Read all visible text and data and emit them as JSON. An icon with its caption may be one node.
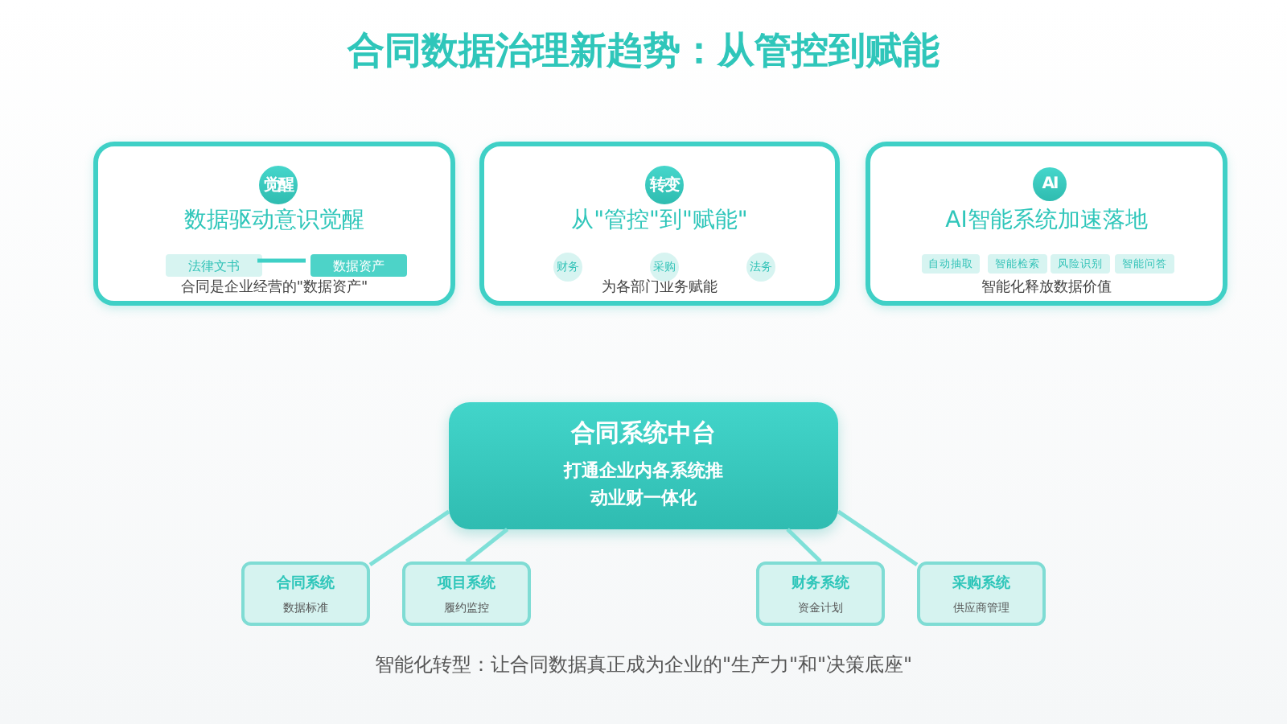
{
  "diagram": {
    "title": "合同数据治理新趋势：从管控到赋能",
    "nodes": [
      {
        "text": [
          "数据驱动意识觉醒",
          "合同是企业经营的\"数据资产\""
        ]
      },
      {
        "text": [
          "觉醒"
        ],
        "in": 0
      },
      {
        "text": [
          "法律文书"
        ],
        "in": 0
      },
      {
        "text": [
          "数据资产"
        ],
        "in": 0
      },
      {
        "text": [
          "从\"管控\"到\"赋能\"",
          "为各部门业务赋能"
        ]
      },
      {
        "text": [
          "转变"
        ],
        "in": 4
      },
      {
        "text": [
          "财务"
        ],
        "in": 4
      },
      {
        "text": [
          "采购"
        ],
        "in": 4
      },
      {
        "text": [
          "法务"
        ],
        "in": 4
      },
      {
        "text": [
          "AI智能系统加速落地",
          "智能化释放数据价值"
        ]
      },
      {
        "text": [
          "AI"
        ],
        "in": 9
      },
      {
        "text": [
          "自动抽取"
        ],
        "in": 9
      },
      {
        "text": [
          "智能检索"
        ],
        "in": 9
      },
      {
        "text": [
          "风险识别"
        ],
        "in": 9
      },
      {
        "text": [
          "智能问答"
        ],
        "in": 9
      },
      {
        "text": [
          "合同系统中台",
          "打通企业内各系统推动业财一体化"
        ]
      },
      {
        "text": [
          "合同系统",
          "数据标准"
        ]
      },
      {
        "text": [
          "项目系统",
          "履约监控"
        ]
      },
      {
        "text": [
          "财务系统",
          "资金计划"
        ]
      },
      {
        "text": [
          "采购系统",
          "供应商管理"
        ]
      }
    ],
    "edges": [
      {
        "from": 2,
        "to": 3,
        "arrow": "none",
        "color": "#3fd0c6"
      },
      {
        "from": 15,
        "to": 16,
        "arrow": "none"
      },
      {
        "from": 15,
        "to": 17,
        "arrow": "none"
      },
      {
        "from": 15,
        "to": 18,
        "arrow": "none"
      },
      {
        "from": 15,
        "to": 19,
        "arrow": "none"
      }
    ],
    "caption": "智能化转型：让合同数据真正成为企业的\"生产力\"和\"决策底座\""
  }
}
